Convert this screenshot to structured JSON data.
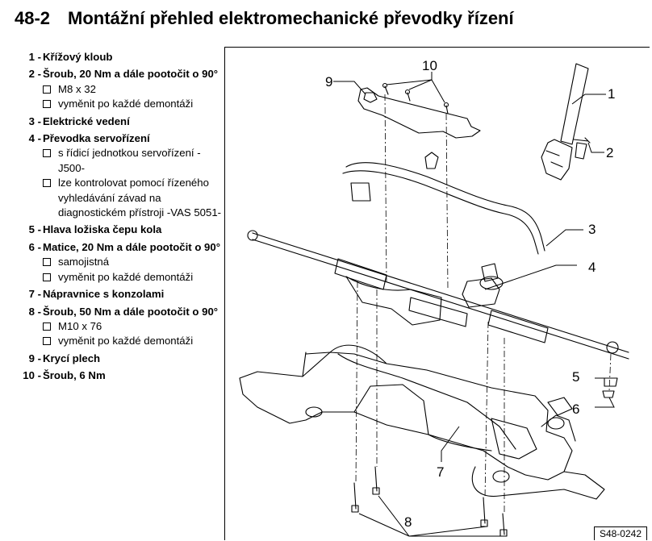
{
  "header": {
    "number": "48-2",
    "title": "Montážní přehled elektromechanické převodky řízení"
  },
  "legend": [
    {
      "num": "1 -",
      "text": "Křížový kloub",
      "subs": []
    },
    {
      "num": "2 -",
      "text": "Šroub, 20 Nm a dále pootočit o 90°",
      "subs": [
        "M8 x 32",
        "vyměnit po každé demontáži"
      ]
    },
    {
      "num": "3 -",
      "text": "Elektrické vedení",
      "subs": []
    },
    {
      "num": "4 -",
      "text": "Převodka servořízení",
      "subs": [
        "s řídicí jednotkou servořízení -J500-",
        "lze kontrolovat pomocí říze­ného vyhledávání závad na diagnostickém přístroji -VAS 5051-"
      ]
    },
    {
      "num": "5 -",
      "text": "Hlava ložiska čepu kola",
      "subs": []
    },
    {
      "num": "6 -",
      "text": "Matice, 20 Nm a dále pootočit o 90°",
      "subs": [
        "samojistná",
        "vyměnit po každé demontáži"
      ]
    },
    {
      "num": "7 -",
      "text": "Nápravnice s konzolami",
      "subs": []
    },
    {
      "num": "8 -",
      "text": "Šroub, 50 Nm a dále pootočit o 90°",
      "subs": [
        "M10 x 76",
        "vyměnit po každé demontáži"
      ]
    },
    {
      "num": "9 -",
      "text": "Krycí plech",
      "subs": []
    },
    {
      "num": "10 -",
      "text": "Šroub, 6 Nm",
      "subs": []
    }
  ],
  "diagram": {
    "callouts": [
      "1",
      "2",
      "3",
      "4",
      "5",
      "6",
      "7",
      "8",
      "9",
      "10"
    ],
    "code": "S48-0242"
  }
}
